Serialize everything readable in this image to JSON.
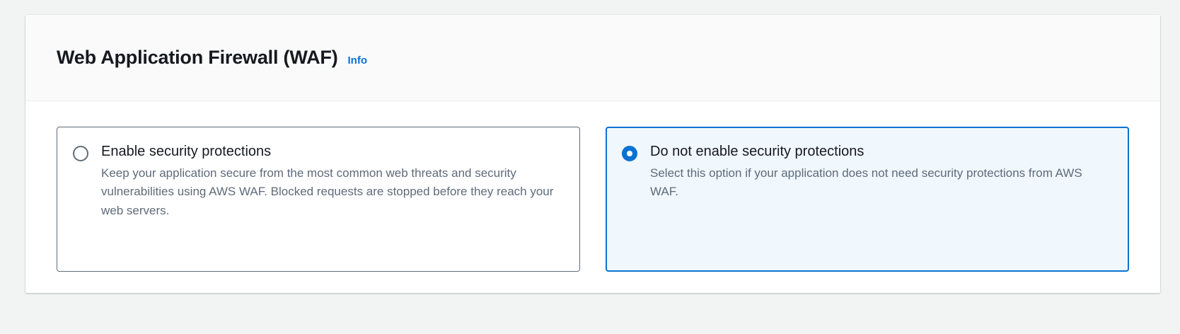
{
  "panel": {
    "title": "Web Application Firewall (WAF)",
    "info_label": "Info",
    "accent_color": "#0972d3",
    "border_color": "#5f6b7a",
    "selected_background": "#f0f7fd",
    "header_background": "#fafafa",
    "page_background": "#f2f3f3",
    "title_color": "#16191f",
    "description_color": "#5f6b7a"
  },
  "options": [
    {
      "id": "enable-security-protections",
      "title": "Enable security protections",
      "description": "Keep your application secure from the most common web threats and security vulnerabilities using AWS WAF. Blocked requests are stopped before they reach your web servers.",
      "selected": false,
      "radio_icon": "radio-unselected-icon"
    },
    {
      "id": "do-not-enable-security-protections",
      "title": "Do not enable security protections",
      "description": "Select this option if your application does not need security protections from AWS WAF.",
      "selected": true,
      "radio_icon": "radio-selected-icon"
    }
  ]
}
